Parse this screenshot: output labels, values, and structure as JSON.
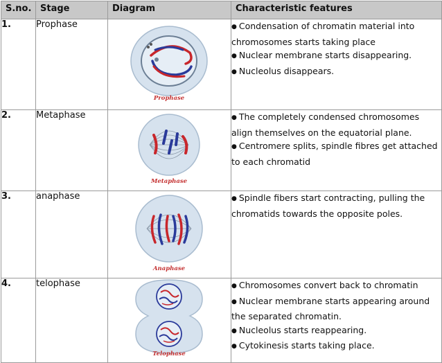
{
  "headers": {
    "sno": "S.no.",
    "stage": "Stage",
    "diagram": "Diagram",
    "features": "Characteristic features"
  },
  "rows": [
    {
      "sno": "1.",
      "stage": "Prophase",
      "caption": "Prophase",
      "features": [
        "Condensation of chromatin material into chromosomes starts taking place",
        "Nuclear membrane starts disappearing.",
        "Nucleolus disappears."
      ]
    },
    {
      "sno": "2.",
      "stage": "Metaphase",
      "caption": "Metaphase",
      "features": [
        "The completely condensed chromosomes align themselves on the equatorial plane.",
        "Centromere splits, spindle fibres get attached to each chromatid"
      ]
    },
    {
      "sno": "3.",
      "stage": "anaphase",
      "caption": "Anaphase",
      "features": [
        "Spindle fibers start contracting, pulling the chromatids towards the opposite poles."
      ]
    },
    {
      "sno": "4.",
      "stage": "telophase",
      "caption": "Telophase",
      "features": [
        "Chromosomes convert back to chromatin",
        "Nuclear membrane starts appearing around the separated chromatin.",
        "Nucleolus starts reappearing.",
        "Cytokinesis starts taking place."
      ]
    }
  ],
  "colors": {
    "header_bg": "#c8c8c8",
    "border": "#9a9a9a",
    "cell_fill": "#d6e2ee",
    "red_chromosome": "#c8262b",
    "blue_chromosome": "#2a3a9a",
    "caption": "#c43030"
  }
}
